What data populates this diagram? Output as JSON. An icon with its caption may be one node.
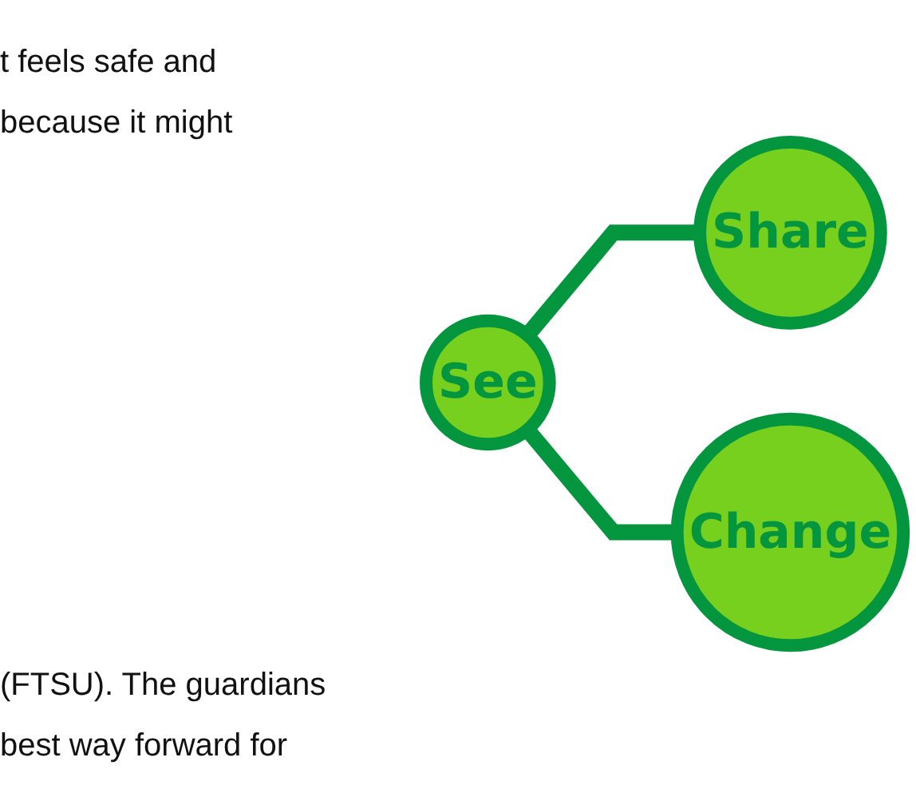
{
  "diagram": {
    "nodes": [
      {
        "text": [
          "See"
        ]
      },
      {
        "text": [
          "Share"
        ]
      },
      {
        "text": [
          "Change"
        ]
      }
    ],
    "edges": [
      {
        "from": 0,
        "to": 1,
        "arrow": "none"
      },
      {
        "from": 0,
        "to": 2,
        "arrow": "none"
      }
    ],
    "labels": [
      "t feels safe and",
      "because it might",
      "(FTSU). The guardians",
      "best way forward for"
    ]
  }
}
